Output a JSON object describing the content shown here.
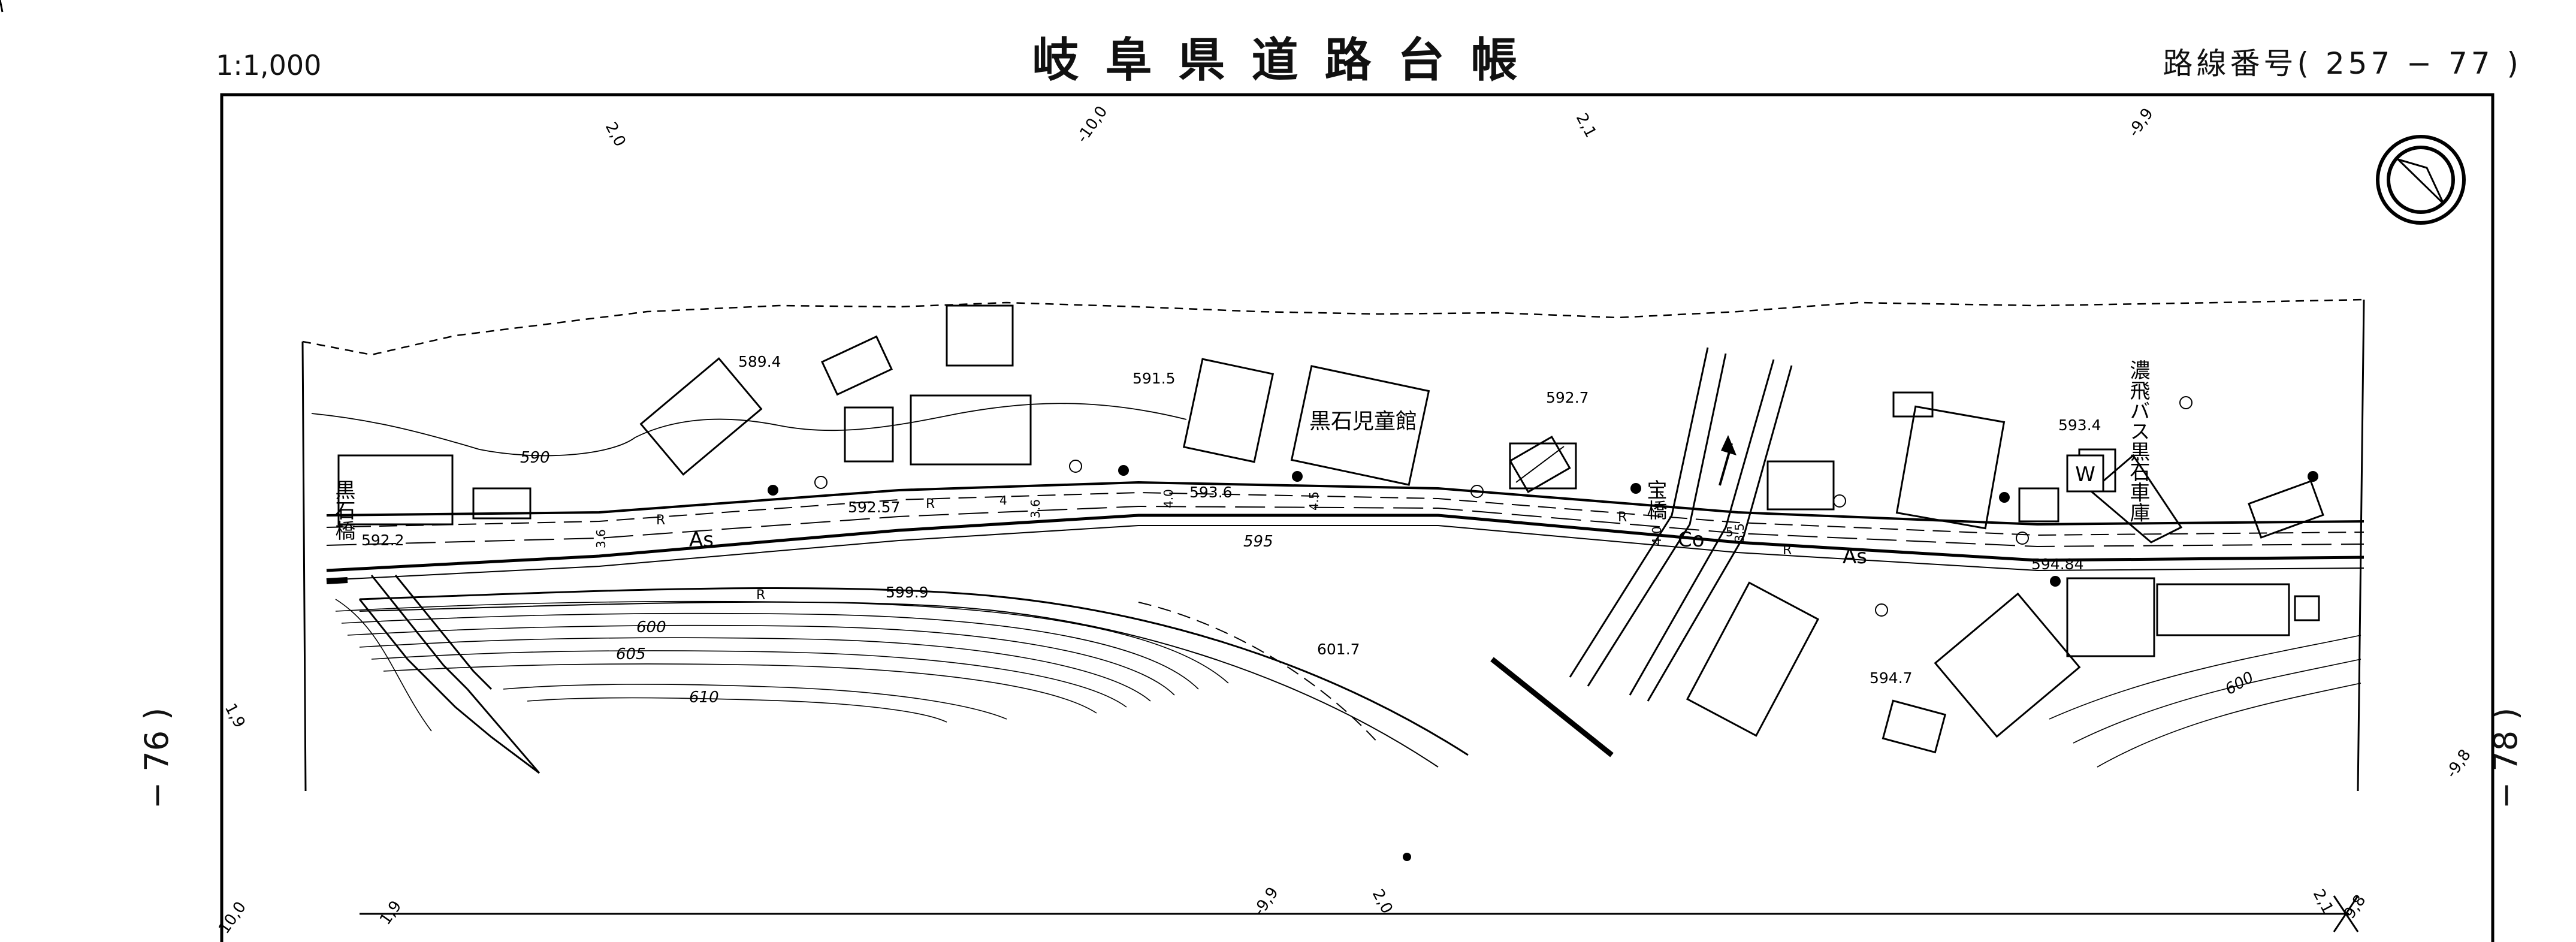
{
  "header": {
    "title": "岐阜県道路台帳",
    "scale": "1:1,000",
    "route_number": "路線番号( 257 − 77 )"
  },
  "margins": {
    "left_sheet": "− 76 )",
    "right_sheet": "− 78 )"
  },
  "station_marks": {
    "top": [
      "2,0",
      "-10,0",
      "2,1",
      "-9,9"
    ],
    "bottom": [
      "1,9",
      "-9,9",
      "2,0",
      "2,1",
      "9,8"
    ],
    "left": [
      "1,9",
      "10,0"
    ],
    "right": [
      "-9,8"
    ]
  },
  "place_labels": {
    "bridge_left": "黒石橋",
    "childrens_hall": "黒石児童館",
    "bridge_right": "宝橋",
    "bus_garage": "濃飛バス黒石車庫",
    "water_symbol": "W"
  },
  "surface_labels": [
    "As",
    "Co",
    "As",
    "R",
    "R",
    "R",
    "R",
    "R"
  ],
  "elevations": [
    "589.4",
    "591.5",
    "592.7",
    "593.4",
    "592.2",
    "592.57",
    "593.6",
    "594.84",
    "599.9",
    "601.7",
    "594.7"
  ],
  "contours": [
    "590",
    "595",
    "600",
    "605",
    "610",
    "600"
  ],
  "widths": [
    "3.6",
    "4",
    "3.6",
    "4.0",
    "4.5",
    "4.0",
    "5",
    "3.5"
  ]
}
